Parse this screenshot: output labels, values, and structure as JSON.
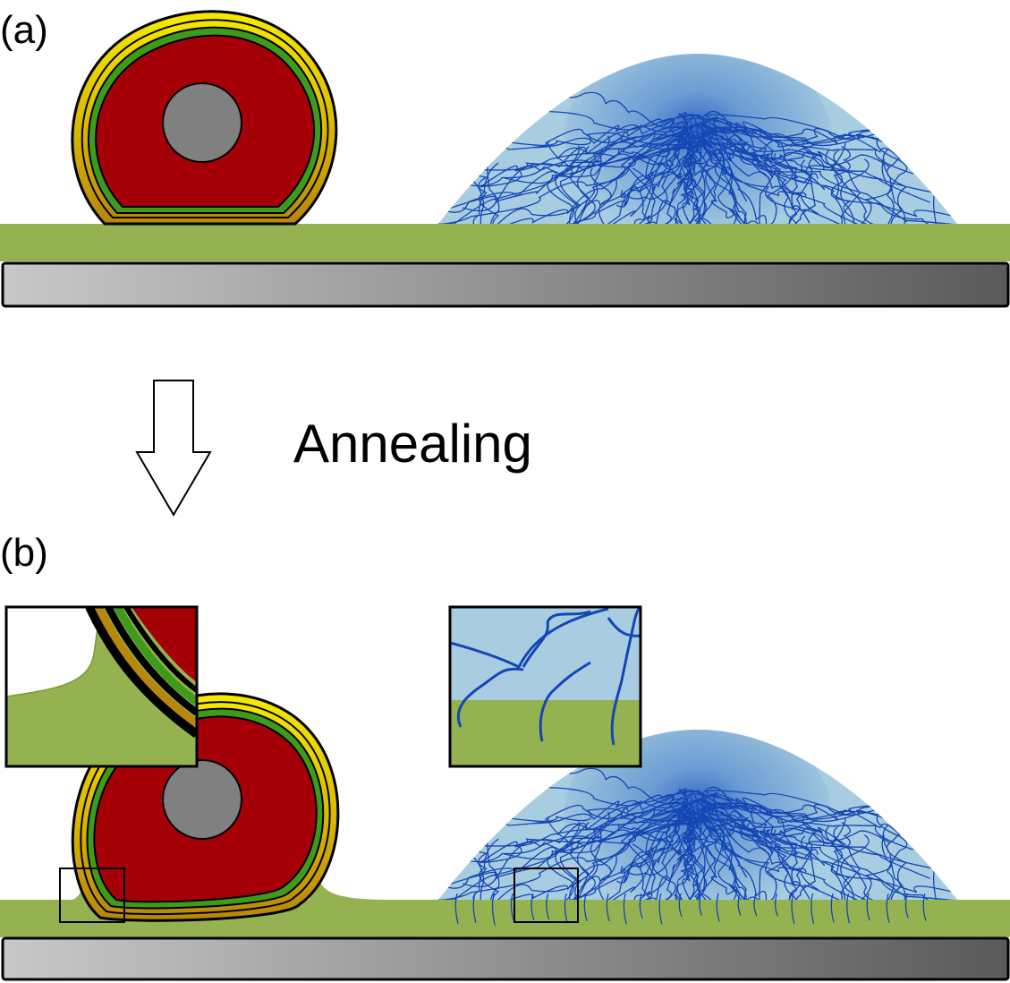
{
  "panel_a": {
    "label": "(a)"
  },
  "panel_b": {
    "label": "(b)"
  },
  "process": {
    "label": "Annealing",
    "arrow_icon": "down-arrow-icon"
  },
  "colors": {
    "substrate_light": "#c8c8c8",
    "substrate_dark": "#5a5a5a",
    "film_green": "#94b350",
    "particle_core": "#808080",
    "particle_body": "#a50008",
    "shell_green": "#3f9a1c",
    "shell_yellow": "#f2e600",
    "shell_brown": "#b8860b",
    "gel_blue": "#a9cde0",
    "gel_center_blue": "#1a4fc4",
    "strand_blue": "#1446b4"
  }
}
